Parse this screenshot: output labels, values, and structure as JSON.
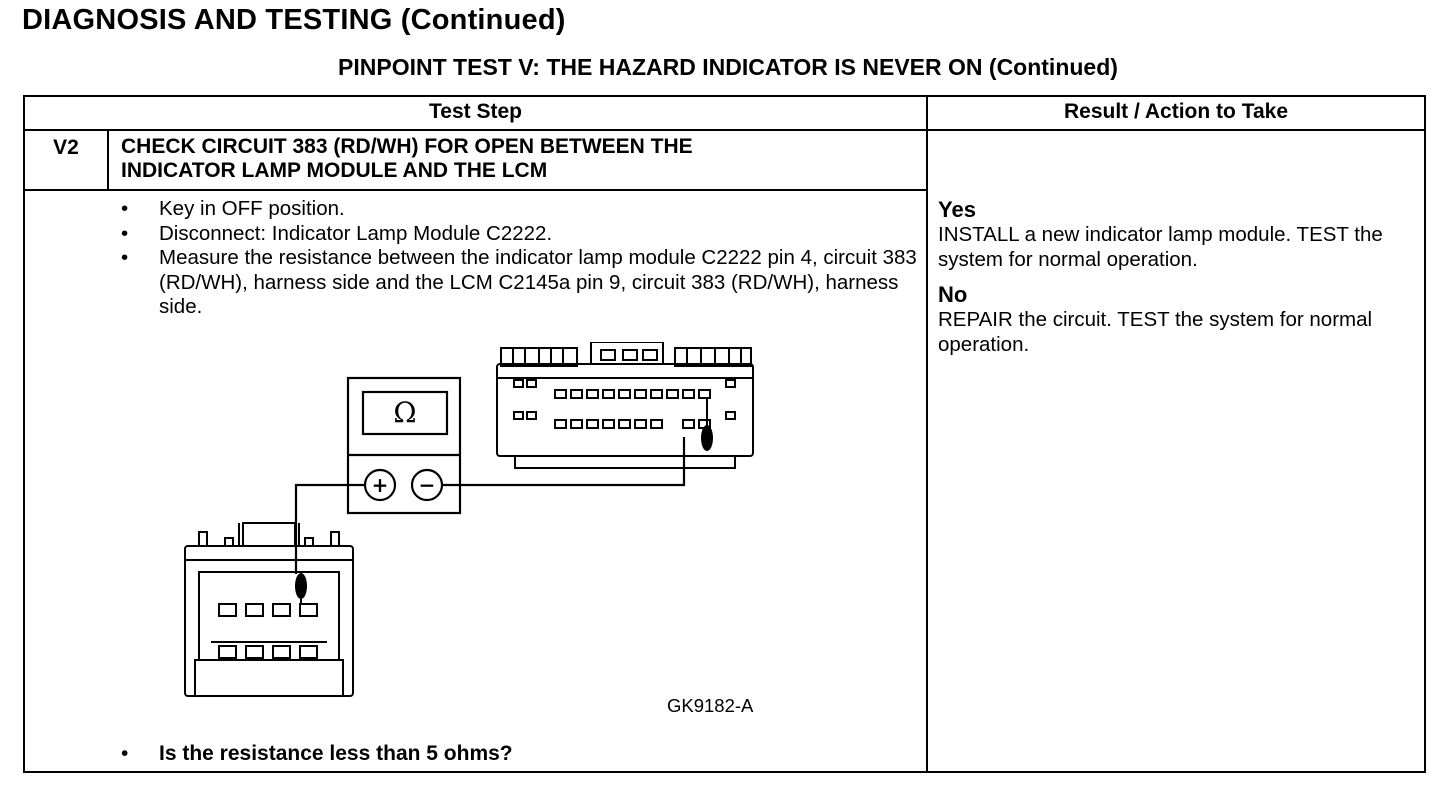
{
  "page": {
    "title": "DIAGNOSIS AND TESTING (Continued)",
    "test_title": "PINPOINT TEST V: THE HAZARD INDICATOR IS NEVER ON (Continued)"
  },
  "table": {
    "col_left": "Test Step",
    "col_right": "Result / Action to Take",
    "step": {
      "id": "V2",
      "heading_line1": "CHECK CIRCUIT 383 (RD/WH) FOR OPEN BETWEEN THE",
      "heading_line2": "INDICATOR LAMP MODULE AND THE LCM",
      "bullets": [
        "Key in OFF position.",
        "Disconnect: Indicator Lamp Module C2222.",
        "Measure the resistance between the indicator lamp module C2222 pin 4, circuit 383 (RD/WH), harness side and the LCM C2145a pin 9, circuit 383 (RD/WH), harness side."
      ],
      "figure_ref": "GK9182-A",
      "meter_symbol": "Ω",
      "meter_plus": "+",
      "meter_minus": "−",
      "question": "Is the resistance less than 5 ohms?"
    },
    "result": {
      "yes_label": "Yes",
      "yes_action": "INSTALL a new indicator lamp module. TEST the system for normal operation.",
      "no_label": "No",
      "no_action": "REPAIR the circuit. TEST the system for normal operation."
    }
  },
  "icons": {
    "bullet": "•"
  }
}
